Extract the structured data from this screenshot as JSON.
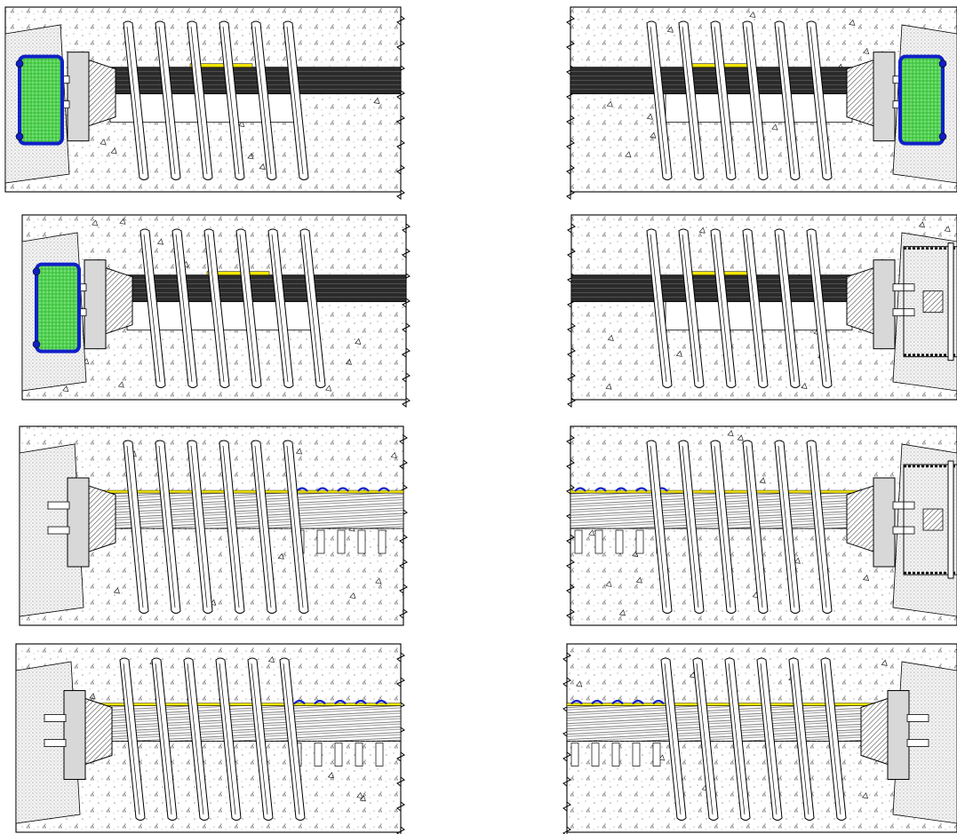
{
  "colors": {
    "concrete_fill": "#ffffff",
    "concrete_speckle": "#222222",
    "outline": "#000000",
    "strand_dark": "#2b2b2b",
    "duct": "#ffffff",
    "cap_blue": "#1020c8",
    "grease_green": "#46c846",
    "sleeve_yellow": "#f3e600",
    "anchor_grey": "#d8d8d8"
  },
  "panels": [
    {
      "name": "anchorage-encapsulated-cap-dead-end-upper",
      "side": "left",
      "cap": "encapsulated",
      "tendon": "bonded-strands",
      "duct": "plain"
    },
    {
      "name": "anchorage-encapsulated-cap-live-end-upper",
      "side": "right",
      "cap": "encapsulated",
      "tendon": "bonded-strands",
      "duct": "plain"
    },
    {
      "name": "anchorage-encapsulated-cap-dead-end-lower",
      "side": "left",
      "cap": "encapsulated",
      "tendon": "bonded-strands",
      "duct": "plain"
    },
    {
      "name": "anchorage-stressing-jack-live-end",
      "side": "right",
      "cap": "jack-frame",
      "tendon": "bonded-strands",
      "duct": "plain"
    },
    {
      "name": "anchorage-open-dead-end-corrugated",
      "side": "left",
      "cap": "none",
      "tendon": "wire-strands",
      "duct": "corrugated"
    },
    {
      "name": "anchorage-stressing-jack-corrugated",
      "side": "right",
      "cap": "jack-frame",
      "tendon": "wire-strands",
      "duct": "corrugated"
    },
    {
      "name": "anchorage-open-dead-end-bottom",
      "side": "left",
      "cap": "none",
      "tendon": "wire-strands",
      "duct": "corrugated"
    },
    {
      "name": "anchorage-open-live-end-bottom",
      "side": "right",
      "cap": "none",
      "tendon": "wire-strands",
      "duct": "corrugated"
    }
  ]
}
